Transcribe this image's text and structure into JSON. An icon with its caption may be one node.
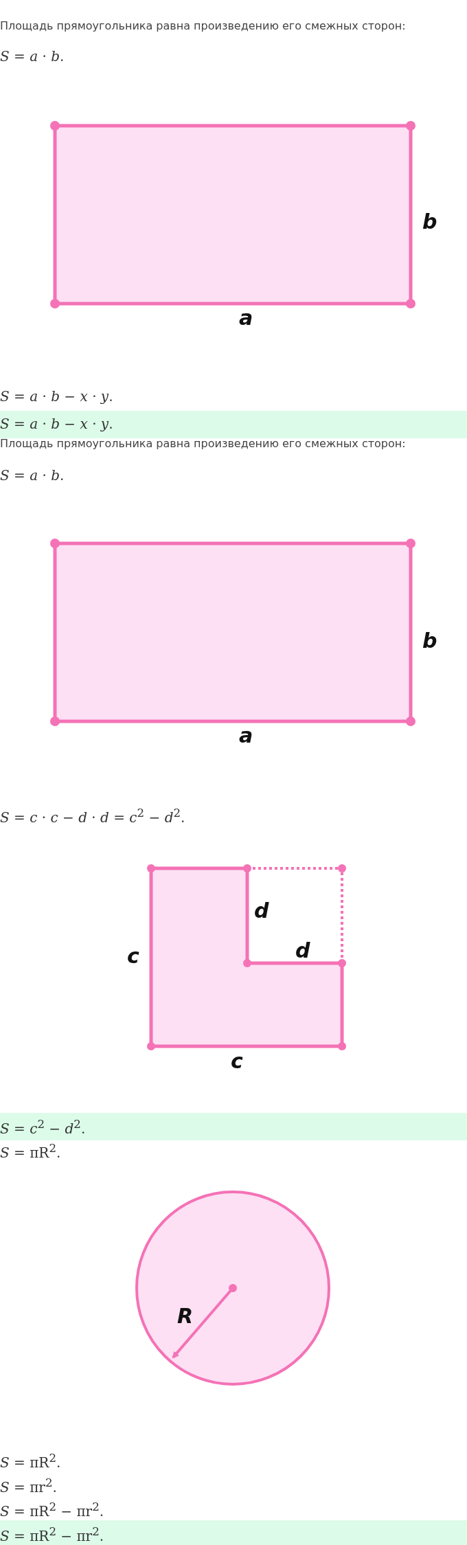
{
  "diagram": {
    "labels": [
      "Площадь прямоугольника равна произведению его смежных сторон:",
      "*S* = *a* · *b*.",
      "b",
      "a",
      "*S* = *a* · *b* − *x* · *y*.",
      "*S* = *a* · *b* − *x* · *y*.",
      "Площадь прямоугольника равна произведению его смежных сторон:",
      "*S* = *a* · *b*.",
      "b",
      "a",
      "*S* = *c* · *c* − *d* · *d* = *c*$^{2}$ − *d*$^{2}$.",
      "d",
      "d",
      "c",
      "c",
      "*S* = *c*$^{2}$ − *d*$^{2}$.",
      "*S* = πR$^{2}$.",
      "R",
      "*S* = πR$^{2}$.",
      "*S* = πr$^{2}$.",
      "*S* = πR$^{2}$ − πr$^{2}$.",
      "*S* = πR$^{2}$ − πr$^{2}$."
    ]
  }
}
